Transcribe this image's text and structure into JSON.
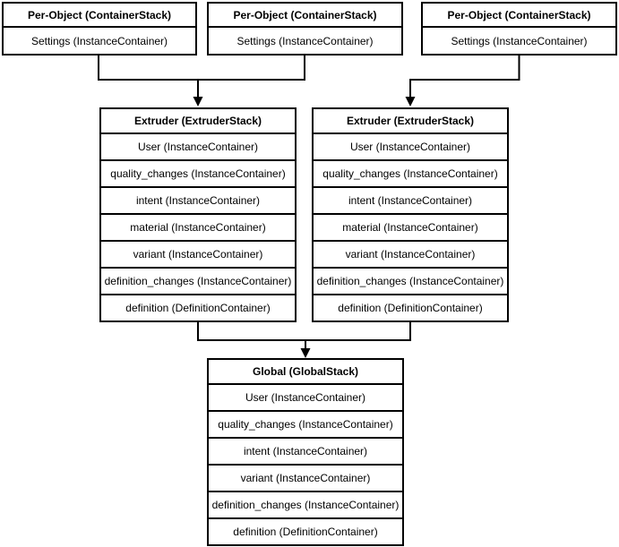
{
  "diagram": {
    "colors": {
      "background": "#ffffff",
      "stroke": "#000000",
      "text": "#000000"
    },
    "per_object_boxes": [
      {
        "title": "Per-Object (ContainerStack)",
        "rows": [
          "Settings (InstanceContainer)"
        ]
      },
      {
        "title": "Per-Object (ContainerStack)",
        "rows": [
          "Settings (InstanceContainer)"
        ]
      },
      {
        "title": "Per-Object (ContainerStack)",
        "rows": [
          "Settings (InstanceContainer)"
        ]
      }
    ],
    "extruder_boxes": [
      {
        "title": "Extruder (ExtruderStack)",
        "rows": [
          "User (InstanceContainer)",
          "quality_changes (InstanceContainer)",
          "intent (InstanceContainer)",
          "material (InstanceContainer)",
          "variant (InstanceContainer)",
          "definition_changes (InstanceContainer)",
          "definition (DefinitionContainer)"
        ]
      },
      {
        "title": "Extruder (ExtruderStack)",
        "rows": [
          "User (InstanceContainer)",
          "quality_changes (InstanceContainer)",
          "intent (InstanceContainer)",
          "material (InstanceContainer)",
          "variant (InstanceContainer)",
          "definition_changes (InstanceContainer)",
          "definition (DefinitionContainer)"
        ]
      }
    ],
    "global_box": {
      "title": "Global (GlobalStack)",
      "rows": [
        "User (InstanceContainer)",
        "quality_changes (InstanceContainer)",
        "intent (InstanceContainer)",
        "variant (InstanceContainer)",
        "definition_changes (InstanceContainer)",
        "definition (DefinitionContainer)"
      ]
    }
  }
}
